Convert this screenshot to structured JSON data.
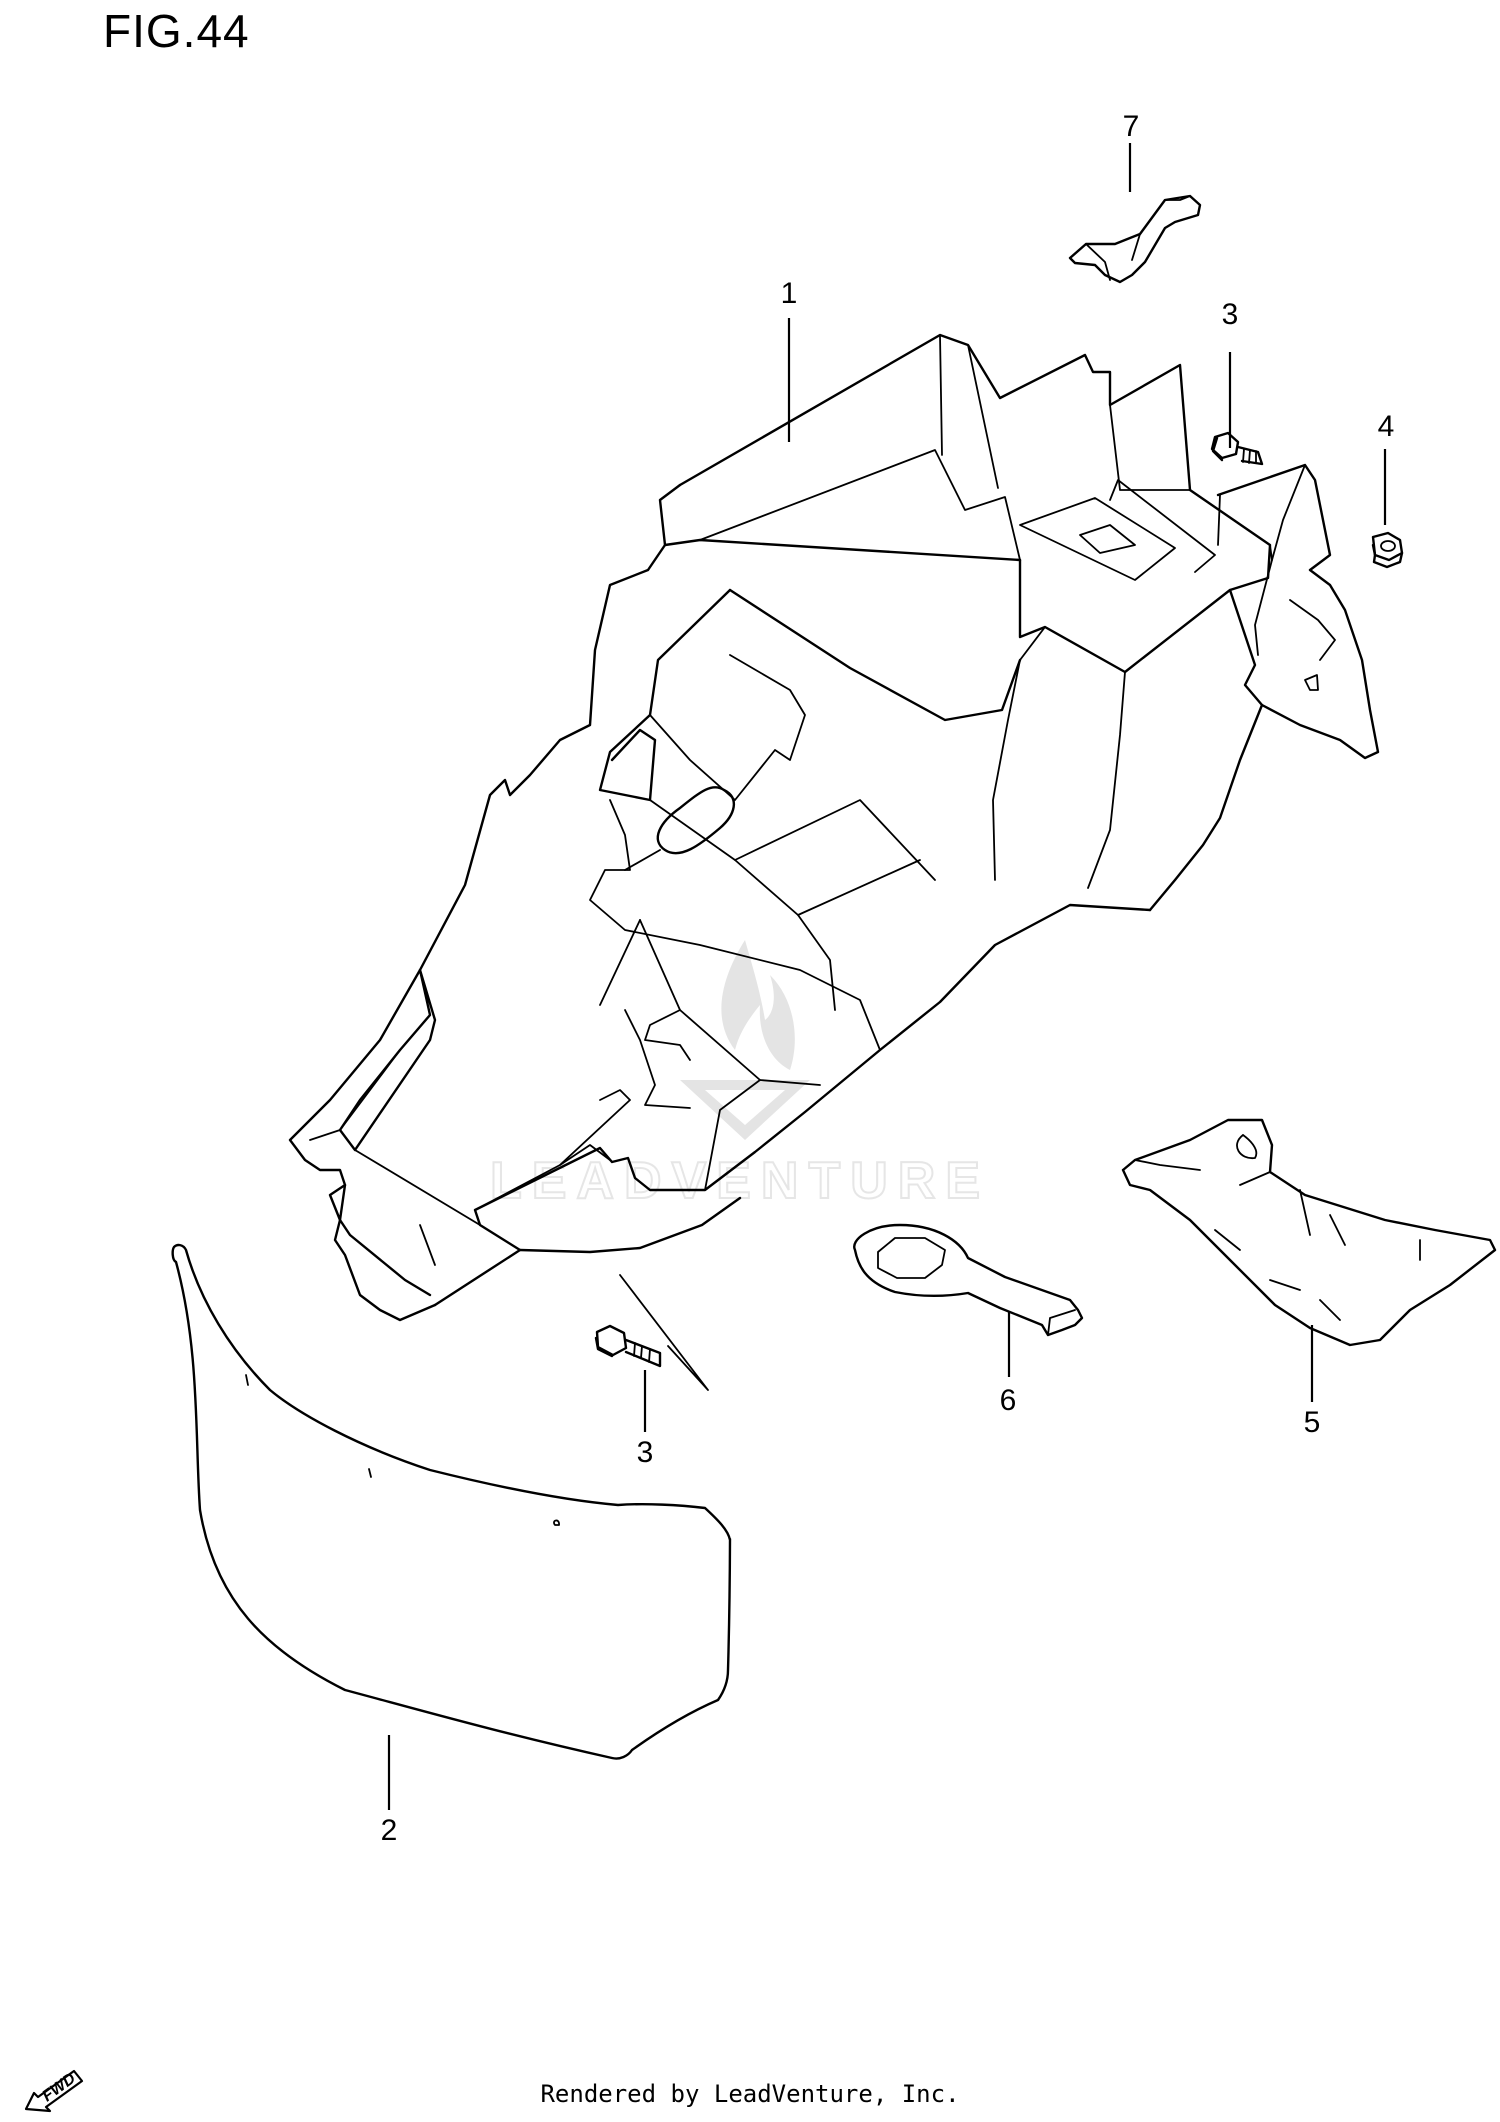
{
  "figure": {
    "title": "FIG.44"
  },
  "watermark": {
    "text": "LEADVENTURE"
  },
  "callouts": {
    "part1": "1",
    "part2": "2",
    "part3_top": "3",
    "part3_bottom": "3",
    "part4": "4",
    "part5": "5",
    "part6": "6",
    "part7": "7"
  },
  "fwd": {
    "label": "FWD"
  },
  "footer": {
    "text": "Rendered by LeadVenture, Inc."
  }
}
